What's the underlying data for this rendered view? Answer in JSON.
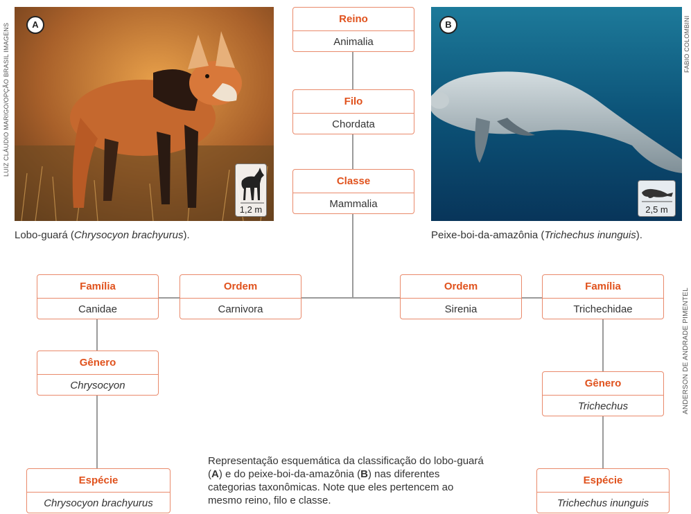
{
  "photo_a": {
    "badge": "A",
    "scale": "1,2 m",
    "credit": "LUIZ CLÁUDIO MARIGO/OPÇÃO BRASIL IMAGENS"
  },
  "photo_b": {
    "badge": "B",
    "scale": "2,5 m",
    "credit": "FABIO COLOMBINI"
  },
  "caption_a": {
    "common": "Lobo-guará (",
    "scientific": "Chrysocyon brachyurus",
    "end": ")."
  },
  "caption_b": {
    "common": "Peixe-boi-da-amazônia (",
    "scientific": "Trichechus inunguis",
    "end": ")."
  },
  "credit_diagram": "ANDERSON DE ANDRADE PIMENTEL",
  "taxonomy": {
    "reino": {
      "label": "Reino",
      "value": "Animalia"
    },
    "filo": {
      "label": "Filo",
      "value": "Chordata"
    },
    "classe": {
      "label": "Classe",
      "value": "Mammalia"
    },
    "ordem_a": {
      "label": "Ordem",
      "value": "Carnivora"
    },
    "familia_a": {
      "label": "Família",
      "value": "Canidae"
    },
    "genero_a": {
      "label": "Gênero",
      "value": "Chrysocyon"
    },
    "especie_a": {
      "label": "Espécie",
      "value": "Chrysocyon brachyurus"
    },
    "ordem_b": {
      "label": "Ordem",
      "value": "Sirenia"
    },
    "familia_b": {
      "label": "Família",
      "value": "Trichechidae"
    },
    "genero_b": {
      "label": "Gênero",
      "value": "Trichechus"
    },
    "especie_b": {
      "label": "Espécie",
      "value": "Trichechus inunguis"
    }
  },
  "description": {
    "p1": "Representação esquemática da classificação do lobo-guará (",
    "a": "A",
    "p2": ") e do peixe-boi-da-amazônia (",
    "b": "B",
    "p3": ") nas diferentes categorias taxonômicas. Note que eles pertencem ao mesmo reino, filo e classe."
  },
  "colors": {
    "accent": "#e0521d",
    "border": "#e9896a",
    "line": "#9a9a9a"
  }
}
